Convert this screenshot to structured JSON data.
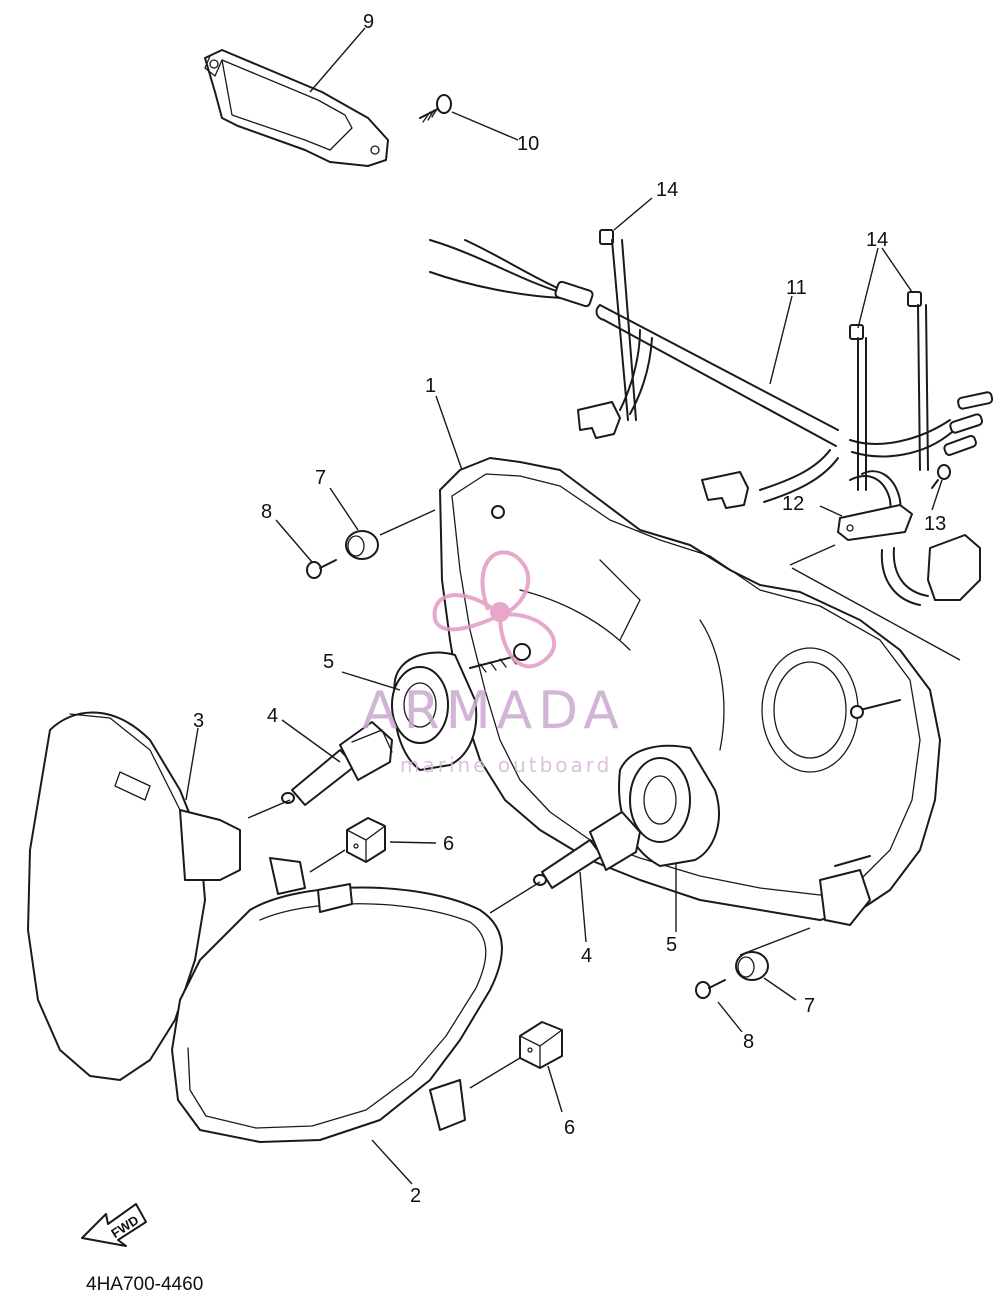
{
  "diagram_code": "4HA700-4460",
  "fwd_label": "FWD",
  "watermark": {
    "title": "ARMADA",
    "subtitle": "marine outboard"
  },
  "callouts": {
    "c1": "1",
    "c2": "2",
    "c3": "3",
    "c4a": "4",
    "c4b": "4",
    "c5a": "5",
    "c5b": "5",
    "c6a": "6",
    "c6b": "6",
    "c7a": "7",
    "c7b": "7",
    "c8a": "8",
    "c8b": "8",
    "c9": "9",
    "c10": "10",
    "c11": "11",
    "c12": "12",
    "c13": "13",
    "c14a": "14",
    "c14b": "14"
  }
}
